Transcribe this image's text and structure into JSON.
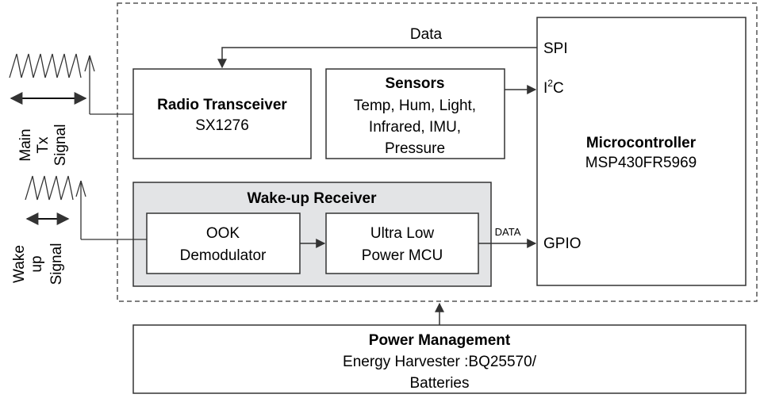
{
  "labels": {
    "data_top": "Data",
    "spi": "SPI",
    "i2c_main": "I",
    "i2c_sup": "2",
    "i2c_tail": "C",
    "gpio": "GPIO",
    "data_small": "DATA"
  },
  "radio": {
    "title": "Radio Transceiver",
    "part": "SX1276"
  },
  "sensors": {
    "title": "Sensors",
    "lines": [
      "Temp, Hum, Light,",
      "Infrared, IMU,",
      "Pressure"
    ]
  },
  "mcu": {
    "title": "Microcontroller",
    "part": "MSP430FR5969"
  },
  "wakeup": {
    "title": "Wake-up Receiver",
    "ook": [
      "OOK",
      "Demodulator"
    ],
    "ulp": [
      "Ultra Low",
      "Power MCU"
    ]
  },
  "power": {
    "title": "Power Management",
    "lines": [
      "Energy Harvester :BQ25570/",
      "Batteries"
    ]
  },
  "antennas": {
    "main": [
      "Main",
      "Tx",
      "Signal"
    ],
    "wake": [
      "Wake",
      "up",
      "Signal"
    ]
  }
}
